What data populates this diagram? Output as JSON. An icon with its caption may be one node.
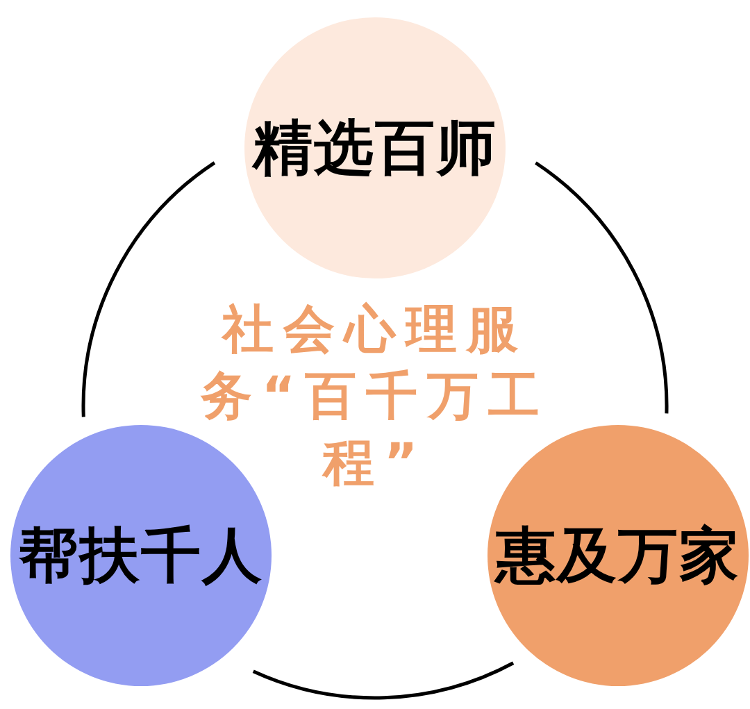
{
  "diagram": {
    "title": "社会心理服务“百千万工程”",
    "nodes": [
      {
        "text": [
          "精选百师"
        ]
      },
      {
        "text": [
          "帮扶千人"
        ]
      },
      {
        "text": [
          "惠及万家"
        ]
      }
    ],
    "edges": [
      {
        "from": 0,
        "to": 1,
        "arrow": "none"
      },
      {
        "from": 0,
        "to": 2,
        "arrow": "none"
      },
      {
        "from": 1,
        "to": 2,
        "arrow": "none"
      }
    ]
  }
}
